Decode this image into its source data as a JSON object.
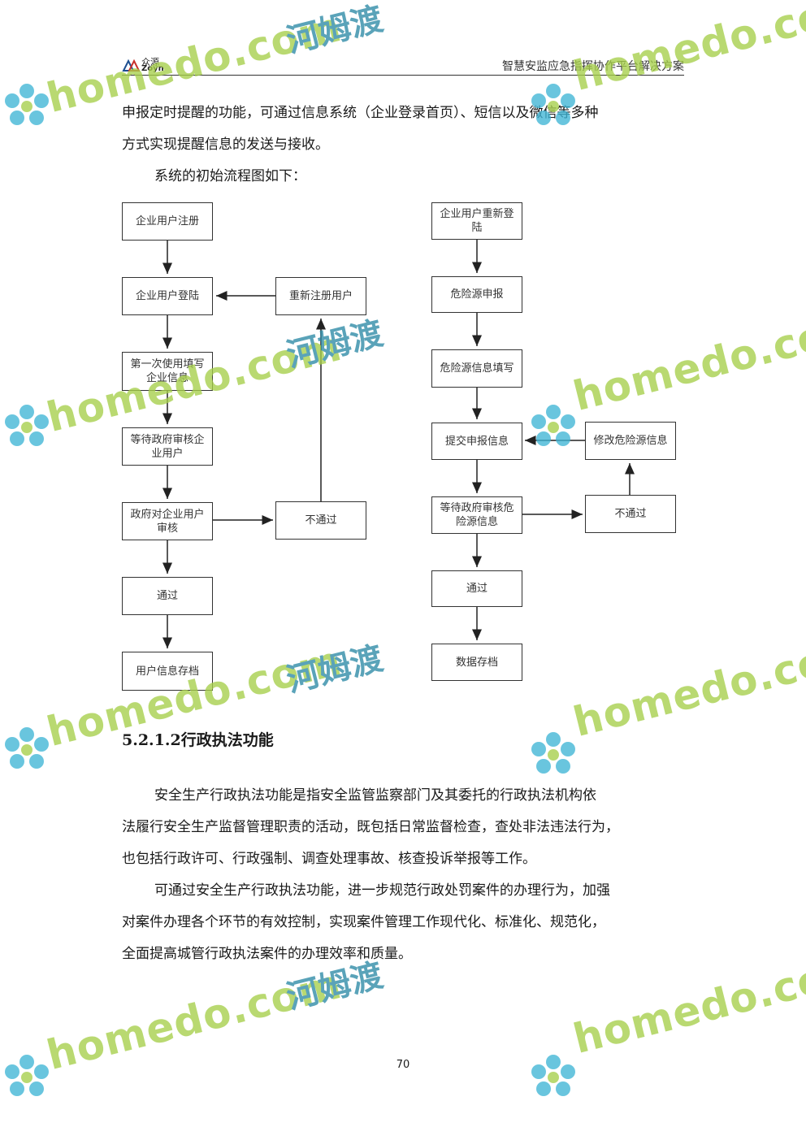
{
  "header": {
    "logo_cn": "众源",
    "logo_en": "Zoyn",
    "doc_title": "智慧安监应急指挥协作平台解决方案"
  },
  "paragraphs": {
    "p1_line1": "申报定时提醒的功能，可通过信息系统（企业登录首页）、短信以及微信等多种",
    "p1_line2": "方式实现提醒信息的发送与接收。",
    "p2": "系统的初始流程图如下："
  },
  "flowchart_left": {
    "register": "企业用户注册",
    "login": "企业用户登陆",
    "reregister": "重新注册用户",
    "first_use": "第一次使用填写企业信息",
    "wait_review": "等待政府审核企业用户",
    "gov_review": "政府对企业用户审核",
    "reject": "不通过",
    "pass": "通过",
    "archive": "用户信息存档"
  },
  "flowchart_right": {
    "relogin": "企业用户重新登陆",
    "hazard_report": "危险源申报",
    "hazard_fill": "危险源信息填写",
    "submit": "提交申报信息",
    "modify": "修改危险源信息",
    "wait_review": "等待政府审核危险源信息",
    "reject": "不通过",
    "pass": "通过",
    "archive": "数据存档"
  },
  "section": {
    "heading": "5.2.1.2行政执法功能",
    "p1_line1": "安全生产行政执法功能是指安全监管监察部门及其委托的行政执法机构依",
    "p1_line2": "法履行安全生产监督管理职责的活动，既包括日常监督检查，查处非法违法行为，",
    "p1_line3": "也包括行政许可、行政强制、调查处理事故、核查投诉举报等工作。",
    "p2_line1": "可通过安全生产行政执法功能，进一步规范行政处罚案件的办理行为，加强",
    "p2_line2": "对案件办理各个环节的有效控制，实现案件管理工作现代化、标准化、规范化，",
    "p2_line3": "全面提高城管行政执法案件的办理效率和质量。"
  },
  "page_number": "70",
  "watermark": {
    "en": "homedo.com",
    "cn": "河姆渡",
    "color_en": "#a6cf4a",
    "color_cn": "#2d8aa6"
  }
}
